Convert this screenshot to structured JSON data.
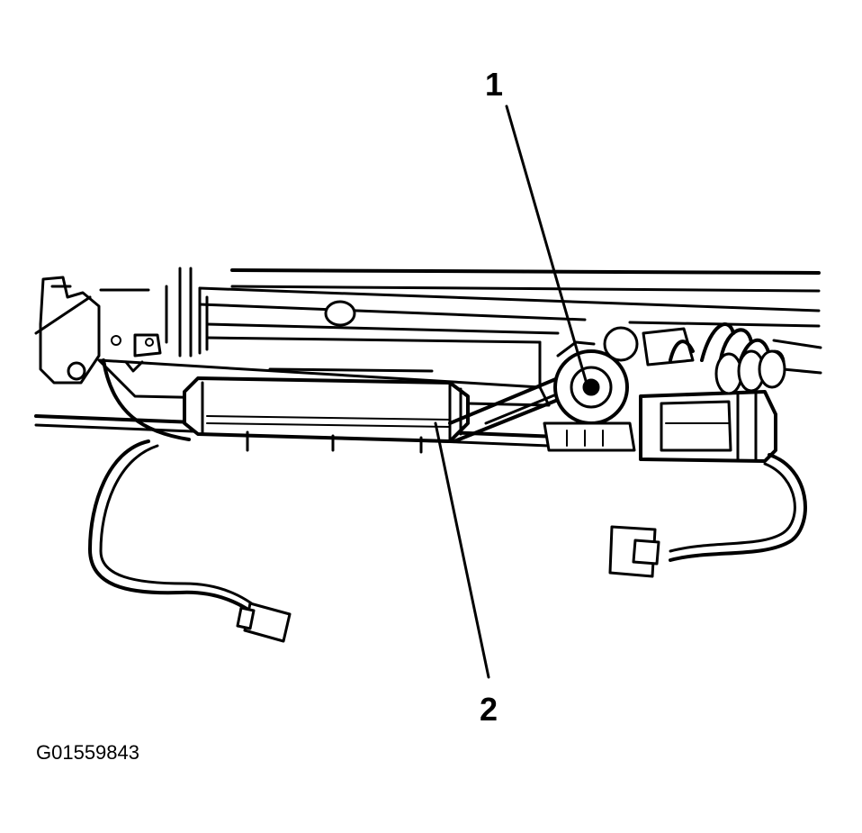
{
  "figure": {
    "callouts": [
      {
        "id": "1",
        "label": "1"
      },
      {
        "id": "2",
        "label": "2"
      }
    ],
    "figure_id": "G01559843",
    "colors": {
      "line": "#000000",
      "background": "#ffffff"
    }
  }
}
